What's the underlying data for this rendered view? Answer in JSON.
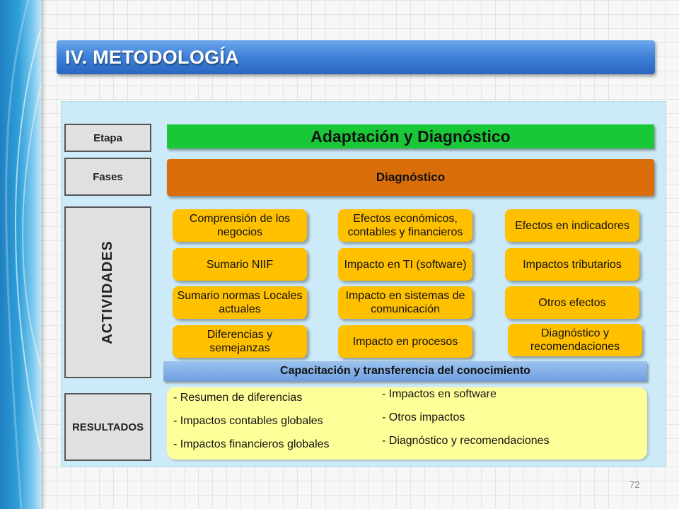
{
  "slide": {
    "title": "IV. METODOLOGÍA",
    "page_number": "72"
  },
  "diagram": {
    "labels": {
      "etapa": "Etapa",
      "fases": "Fases",
      "actividades": "ACTIVIDADES",
      "resultados": "RESULTADOS"
    },
    "stage": "Adaptación y Diagnóstico",
    "phase": "Diagnóstico",
    "activities": {
      "col1": [
        "Comprensión de los negocios",
        "Sumario NIIF",
        "Sumario normas Locales actuales",
        "Diferencias y semejanzas"
      ],
      "col2": [
        "Efectos económicos, contables y financieros",
        "Impacto en TI (software)",
        "Impacto en sistemas de comunicación",
        "Impacto en procesos"
      ],
      "col3": [
        "Efectos en indicadores",
        "Impactos tributarios",
        "Otros efectos",
        "Diagnóstico y recomendaciones"
      ]
    },
    "training": "Capacitación y transferencia del conocimiento",
    "results": {
      "left": [
        "- Resumen de diferencias",
        "- Impactos contables globales",
        "- Impactos financieros globales"
      ],
      "right": [
        "- Impactos en software",
        "- Otros impactos",
        "-  Diagnóstico y recomendaciones"
      ]
    },
    "colors": {
      "stage": "#19c836",
      "phase": "#d96d0a",
      "activity": "#ffc000",
      "training": "#6f9fe0",
      "results": "#ffff99",
      "panel": "#cdeaf8",
      "title_bar": "#3d7fd6"
    }
  }
}
